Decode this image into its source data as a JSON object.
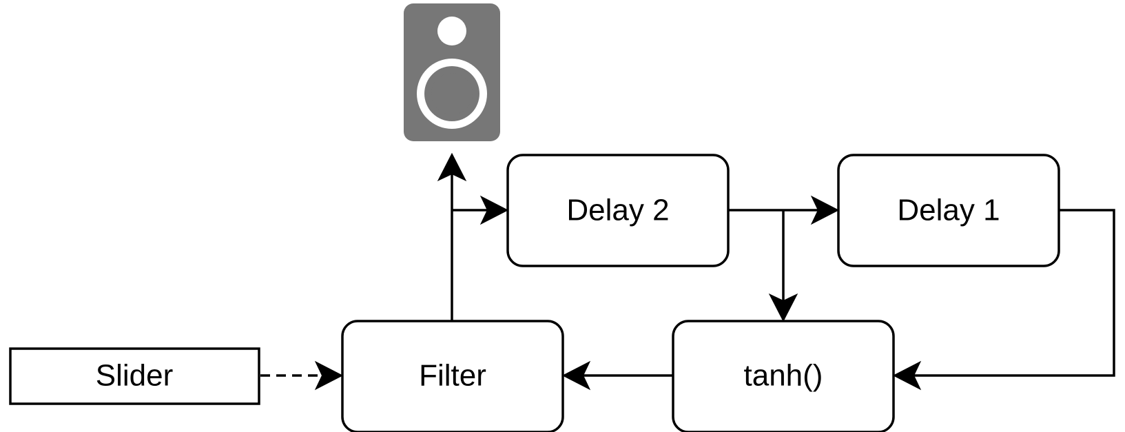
{
  "diagram": {
    "nodes": {
      "speaker": {
        "icon": "speaker-icon"
      },
      "delay2": {
        "label": "Delay 2"
      },
      "delay1": {
        "label": "Delay 1"
      },
      "filter": {
        "label": "Filter"
      },
      "tanh": {
        "label": "tanh()"
      },
      "slider": {
        "label": "Slider"
      }
    },
    "edges": [
      {
        "from": "slider",
        "to": "filter",
        "style": "dashed"
      },
      {
        "from": "filter",
        "to": "speaker",
        "style": "solid"
      },
      {
        "from": "filter",
        "to": "delay2",
        "style": "solid"
      },
      {
        "from": "delay2",
        "to": "delay1",
        "style": "solid"
      },
      {
        "from": "delay2",
        "to": "tanh",
        "style": "solid"
      },
      {
        "from": "delay1",
        "to": "tanh",
        "style": "solid"
      },
      {
        "from": "tanh",
        "to": "filter",
        "style": "solid"
      }
    ],
    "colors": {
      "stroke": "#000000",
      "box_fill": "#ffffff",
      "speaker_fill": "#777777",
      "speaker_detail": "#ffffff"
    }
  }
}
